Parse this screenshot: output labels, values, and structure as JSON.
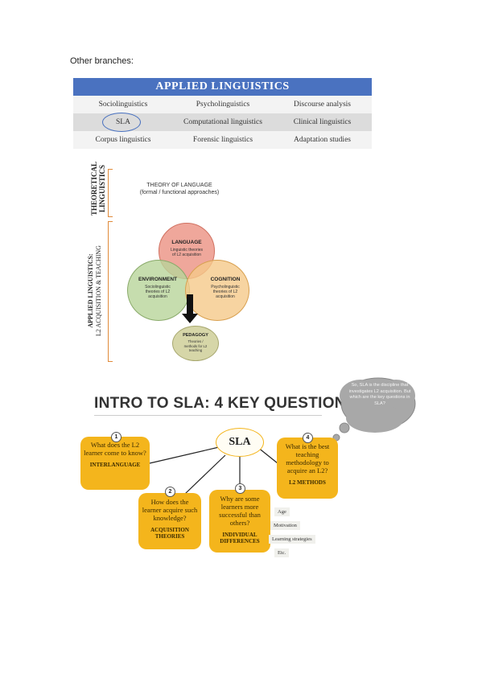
{
  "heading": "Other branches:",
  "applied_table": {
    "title": "APPLIED LINGUISTICS",
    "rows": [
      [
        "Sociolinguistics",
        "Psycholinguistics",
        "Discourse analysis"
      ],
      [
        "SLA",
        "Computational linguistics",
        "Clinical linguistics"
      ],
      [
        "Corpus linguistics",
        "Forensic linguistics",
        "Adaptation studies"
      ]
    ],
    "highlight_color": "#4a72c0"
  },
  "theoretical": {
    "side_label_line1": "THEORETICAL",
    "side_label_line2": "LINGUISTICS",
    "text_line1": "THEORY OF LANGUAGE",
    "text_line2": "(formal / functional approaches)"
  },
  "applied_side": {
    "line1": "APPLIED LINGUISTICS:",
    "line2": "L2 ACQUISITION & TEACHING"
  },
  "venn": {
    "language": {
      "title": "LANGUAGE",
      "line1": "Linguistic theories",
      "line2": "of L2 acquisition",
      "color": "#e98a7a"
    },
    "environment": {
      "title": "ENVIRONMENT",
      "line1": "Sociolinguistic",
      "line2": "theories of L2",
      "line3": "acquisition",
      "color": "#b8d49a"
    },
    "cognition": {
      "title": "COGNITION",
      "line1": "Psycholinguistic",
      "line2": "theories of L2",
      "line3": "acquisition",
      "color": "#f5c98a"
    },
    "pedagogy": {
      "title": "PEDAGOGY",
      "line1": "Theories /",
      "line2": "methods for L2",
      "line3": "teaching",
      "color": "#d6d6a8"
    }
  },
  "intro": {
    "title": "INTRO TO SLA: 4 KEY QUESTIONS",
    "cloud_text": "So, SLA is the discipline that investigates L2 acquisition. But which are the key questions in SLA?",
    "center": "SLA",
    "questions": [
      {
        "num": "1",
        "q": "What does the L2 learner come to know?",
        "label": "INTERLANGUAGE"
      },
      {
        "num": "2",
        "q": "How does the learner acquire such knowledge?",
        "label": "ACQUISITION THEORIES"
      },
      {
        "num": "3",
        "q": "Why are some learners more successful than others?",
        "label": "INDIVIDUAL DIFFERENCES"
      },
      {
        "num": "4",
        "q": "What is the best teaching methodology to acquire an L2?",
        "label": "L2 METHODS"
      }
    ],
    "factors": [
      "Age",
      "Motivation",
      "Learning strategies",
      "Etc."
    ]
  }
}
